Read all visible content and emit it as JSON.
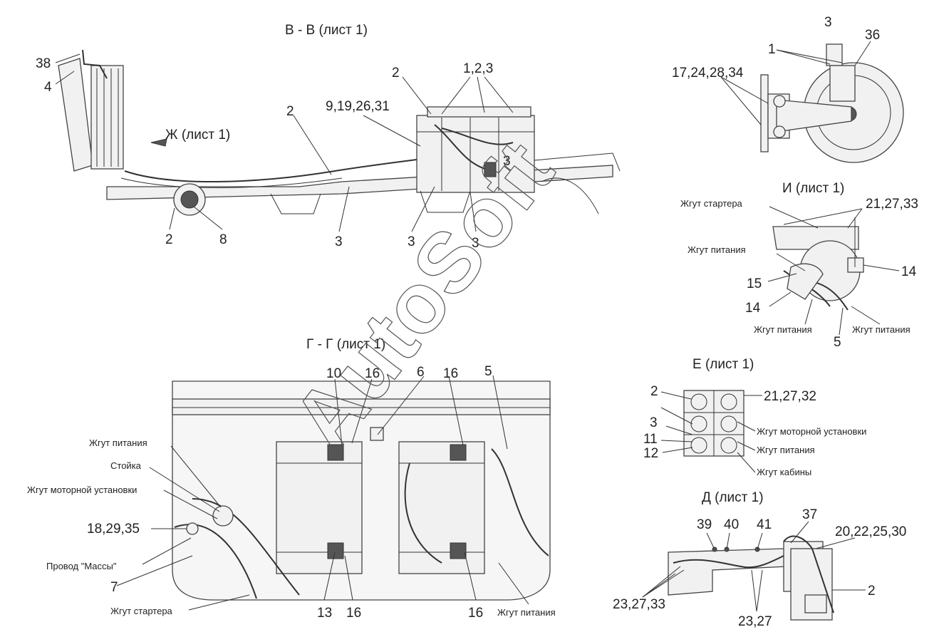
{
  "views": {
    "vv": {
      "title": "В - В (лист 1)",
      "labels": [
        "38",
        "4",
        "2",
        "9,19,26,31",
        "1,2,3",
        "2",
        "Ж (лист 1)",
        "3",
        "2",
        "8",
        "3",
        "3",
        "3"
      ]
    },
    "gg": {
      "title": "Г - Г (лист 1)",
      "labels": [
        "10",
        "16",
        "6",
        "16",
        "5",
        "Жгут питания",
        "Стойка",
        "Жгут моторной установки",
        "18,29,35",
        "Провод \"Массы\"",
        "7",
        "Жгут стартера",
        "13",
        "16",
        "16",
        "Жгут питания"
      ]
    },
    "v3": {
      "title": "3",
      "labels": [
        "1",
        "36",
        "17,24,28,34"
      ]
    },
    "ii": {
      "title": "И (лист 1)",
      "labels": [
        "Жгут стартера",
        "21,27,33",
        "Жгут питания",
        "15",
        "14",
        "14",
        "Жгут питания",
        "Жгут питания",
        "5"
      ]
    },
    "ee": {
      "title": "Е (лист 1)",
      "labels": [
        "2",
        "21,27,32",
        "3",
        "11",
        "12",
        "Жгут моторной установки",
        "Жгут питания",
        "Жгут кабины"
      ]
    },
    "dd": {
      "title": "Д (лист 1)",
      "labels": [
        "39",
        "40",
        "41",
        "37",
        "20,22,25,30",
        "2",
        "23,27,33",
        "23,27"
      ]
    }
  },
  "watermark": "AutoSoft",
  "colors": {
    "ink": "#222222",
    "line": "#333333",
    "background": "#ffffff"
  }
}
